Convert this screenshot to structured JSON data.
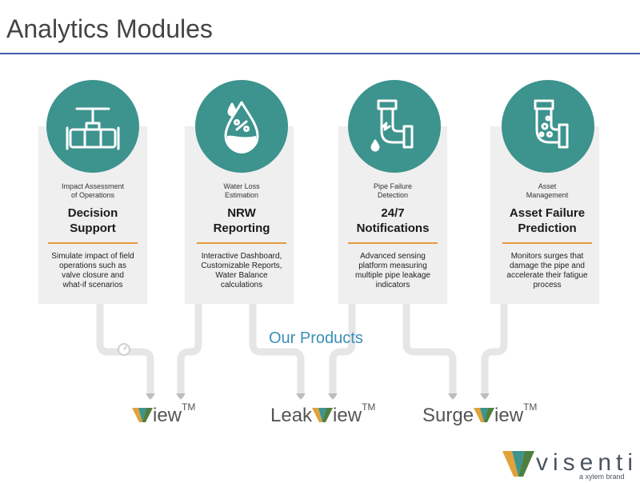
{
  "page": {
    "title": "Analytics Modules"
  },
  "modules": [
    {
      "subtitle_lines": [
        "Impact Assessment",
        "of Operations"
      ],
      "heading_lines": [
        "Decision",
        "Support"
      ],
      "description_lines": [
        "Simulate impact of field",
        "operations such as",
        "valve closure and",
        "what-if scenarios"
      ],
      "icon": "valve-pipe-icon"
    },
    {
      "subtitle_lines": [
        "Water Loss",
        "Estimation"
      ],
      "heading_lines": [
        "NRW",
        "Reporting"
      ],
      "description_lines": [
        "Interactive Dashboard,",
        "Customizable Reports,",
        "Water Balance",
        "calculations"
      ],
      "icon": "water-drop-percent-icon"
    },
    {
      "subtitle_lines": [
        "Pipe Failure",
        "Detection"
      ],
      "heading_lines": [
        "24/7",
        "Notifications"
      ],
      "description_lines": [
        "Advanced sensing",
        "platform measuring",
        "multiple pipe leakage",
        "indicators"
      ],
      "icon": "leaking-pipe-icon"
    },
    {
      "subtitle_lines": [
        "Asset",
        "Management"
      ],
      "heading_lines": [
        "Asset Failure",
        "Prediction"
      ],
      "description_lines": [
        "Monitors surges that",
        "damage the pipe and",
        "accelerate their fatigue",
        "process"
      ],
      "icon": "corroded-pipe-icon"
    }
  ],
  "products_heading": "Our Products",
  "products": [
    {
      "prefix": "",
      "suffix": "iew",
      "tm": "TM"
    },
    {
      "prefix": "Leak",
      "suffix": "iew",
      "tm": "TM"
    },
    {
      "prefix": "Surge",
      "suffix": "iew",
      "tm": "TM"
    }
  ],
  "brand": {
    "name": "visenti",
    "tagline": "a xylem brand"
  },
  "colors": {
    "teal": "#3d938e",
    "orange_divider": "#e69a3c",
    "title_rule": "#3f5fae",
    "products_heading": "#3a8fb8"
  }
}
